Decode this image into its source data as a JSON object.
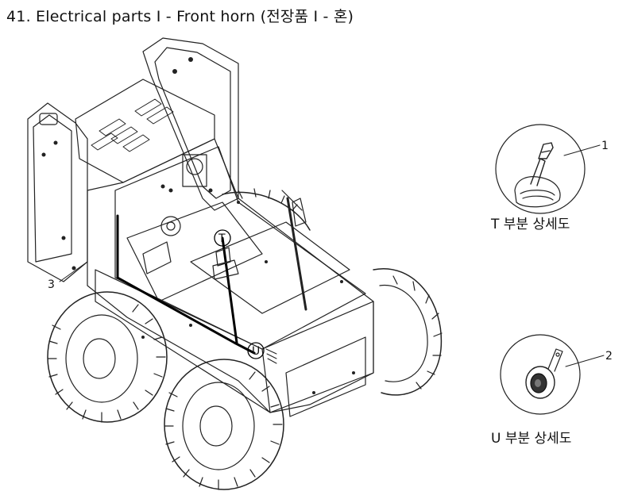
{
  "title": "41. Electrical parts I - Front horn (전장품 I - 혼)",
  "callouts": {
    "c1": "1",
    "c2": "2",
    "c3": "3"
  },
  "markers": {
    "t": "T",
    "u": "U"
  },
  "detail_captions": {
    "t": "T 부분 상세도",
    "u": "U 부분 상세도"
  }
}
